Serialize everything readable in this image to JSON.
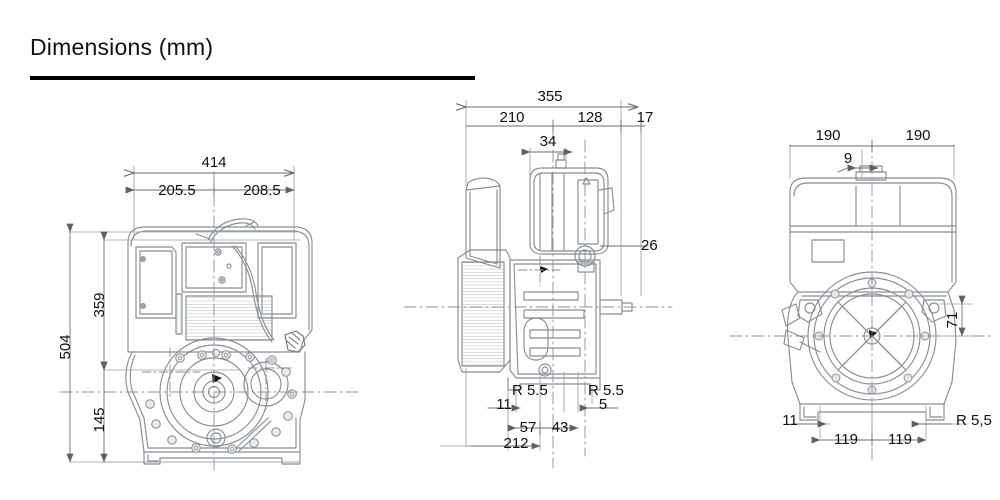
{
  "header": {
    "title": "Dimensions (mm)"
  },
  "views": {
    "front": {
      "name": "front-view",
      "dimensions": {
        "overall_width": "414",
        "left_split": "205.5",
        "right_split": "208.5",
        "overall_height": "504",
        "upper_height": "359",
        "lower_height": "145"
      }
    },
    "side": {
      "name": "side-view",
      "dimensions": {
        "overall_length": "355",
        "segment_1": "210",
        "segment_2": "128",
        "segment_3": "17",
        "top_small": "34",
        "right_offset": "26",
        "radius_left": "R 5.5",
        "radius_right": "R 5.5",
        "foot_left": "11",
        "foot_right": "5",
        "bolt_left": "57",
        "bolt_right": "43",
        "base_length": "212"
      }
    },
    "rear": {
      "name": "rear-view",
      "dimensions": {
        "half_left": "190",
        "half_right": "190",
        "center_offset": "9",
        "shaft_height": "71",
        "foot_left": "11",
        "radius": "R 5,5",
        "base_left": "119",
        "base_right": "119"
      }
    }
  },
  "colors": {
    "line": "#7e848c",
    "line_dark": "#3b3f45",
    "dim_line": "#6a6f76",
    "text": "#111111",
    "rule": "#000000"
  }
}
